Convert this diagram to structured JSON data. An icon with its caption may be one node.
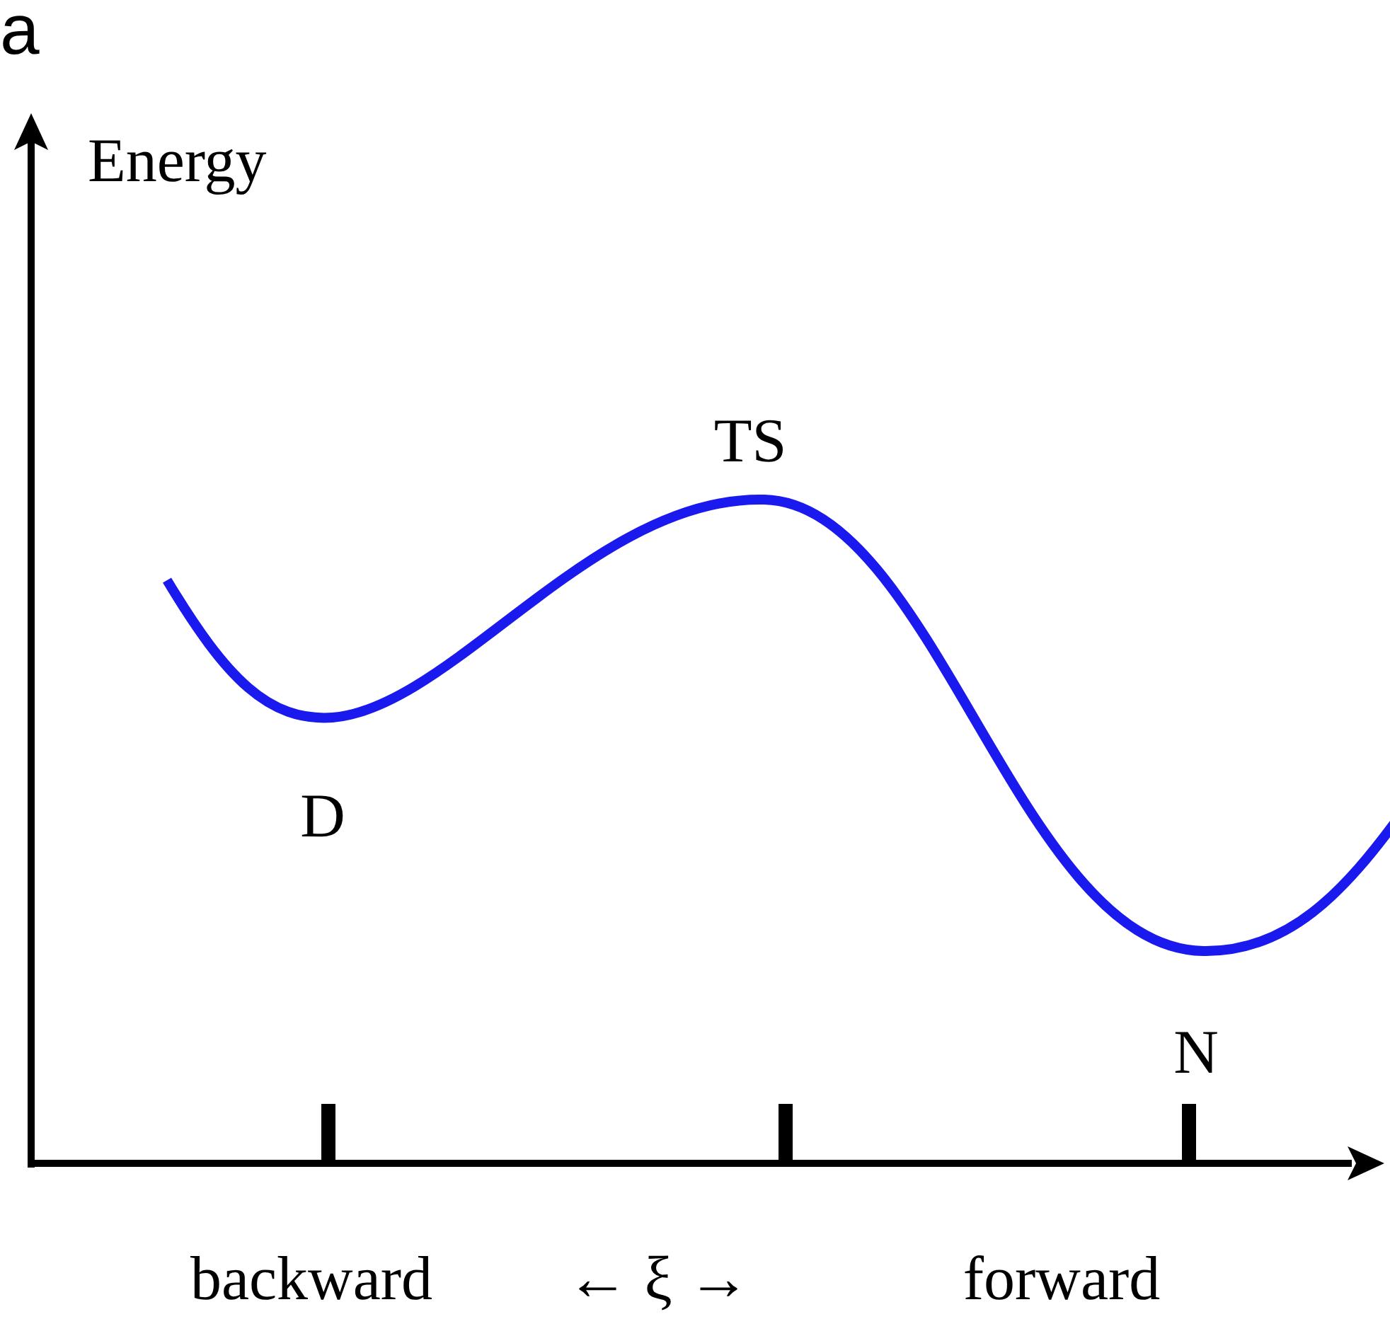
{
  "diagram": {
    "labels": [
      "a",
      "Energy",
      "TS",
      "D",
      "N",
      "backward",
      "← ξ →",
      "forward"
    ]
  }
}
